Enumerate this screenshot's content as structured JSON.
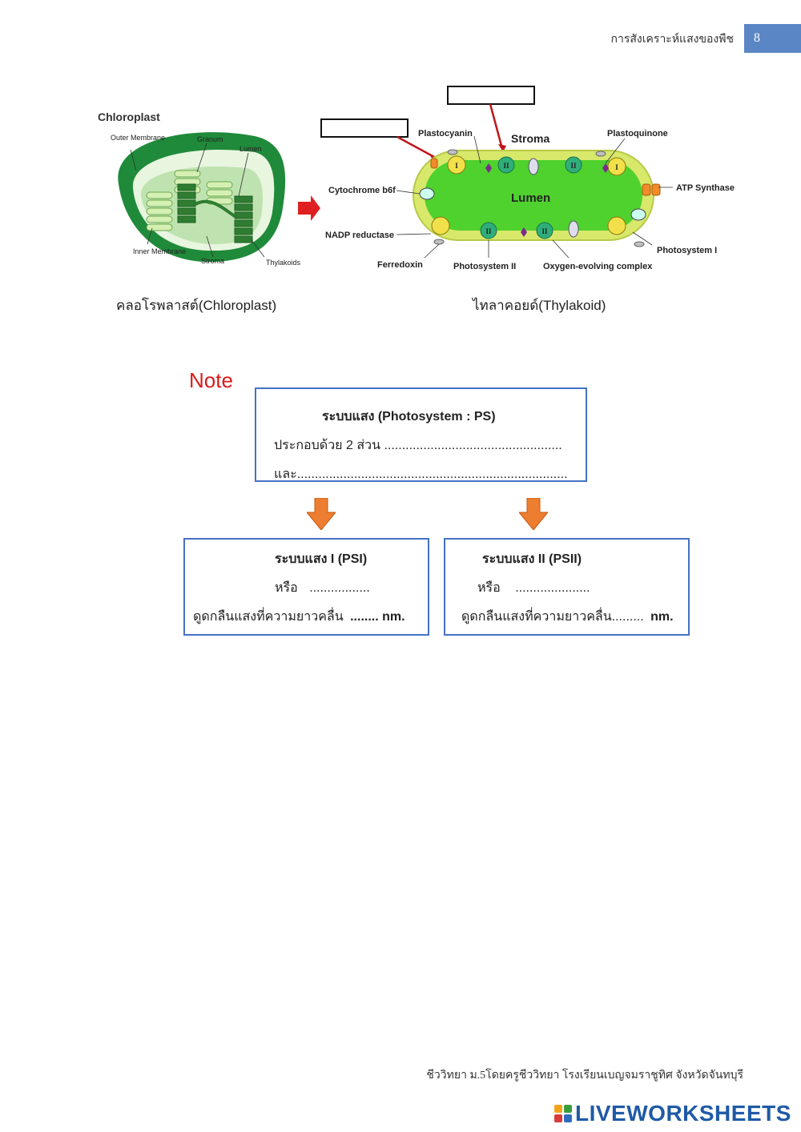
{
  "header": {
    "title": "การสังเคราะห์แสงของพืช",
    "page_number": "8",
    "tab_color": "#5b86c5"
  },
  "chloroplast_diagram": {
    "title": "Chloroplast",
    "labels": {
      "outer_membrane": "Outer Membrane",
      "granum": "Granum",
      "lumen": "Lumen",
      "inner_membrane": "Inner Membrane",
      "stroma": "Stroma",
      "thylakoids": "Thylakoids"
    },
    "caption": "คลอโรพลาสต์(Chloroplast)"
  },
  "thylakoid_diagram": {
    "labels": {
      "plastocyanin": "Plastocyanin",
      "stroma": "Stroma",
      "plastoquinone": "Plastoquinone",
      "cytochrome": "Cytochrome b6f",
      "lumen": "Lumen",
      "atp_synthase": "ATP Synthase",
      "nadp_reductase": "NADP reductase",
      "photosystem_1": "Photosystem I",
      "ferredoxin": "Ferredoxin",
      "photosystem_2": "Photosystem II",
      "oxygen_evolving": "Oxygen-evolving complex",
      "ps_marker_1": "I",
      "ps_marker_2": "II"
    },
    "answer_boxes": [
      "",
      ""
    ],
    "caption": "ไทลาคอยด์(Thylakoid)"
  },
  "note": {
    "title": "Note",
    "ps_box": {
      "heading": "ระบบแสง  (Photosystem : PS)",
      "line1": "ประกอบด้วย 2 ส่วน ..................................................",
      "line2": "และ............................................................................"
    },
    "psi_box": {
      "heading": "ระบบแสง I (PSI)",
      "or_prefix": "หรือ",
      "or_blank": ".................",
      "absorb_text": "ดูดกลืนแสงที่ความยาวคลื่น",
      "wavelength_blank": "........ nm."
    },
    "psii_box": {
      "heading": "ระบบแสง II (PSII)",
      "or_prefix": "หรือ",
      "or_blank": ".....................",
      "absorb_text": "ดูดกลืนแสงที่ความยาวคลื่น.........",
      "wavelength_unit": "nm."
    },
    "arrow_color": "#ed7d31",
    "box_border_color": "#4472c4"
  },
  "footer": {
    "credit": "ชีววิทยา ม.5โดยครูชีววิทยา โรงเรียนเบญจมราชูทิศ  จังหวัดจันทบุรี",
    "brand": "LIVEWORKSHEETS"
  }
}
